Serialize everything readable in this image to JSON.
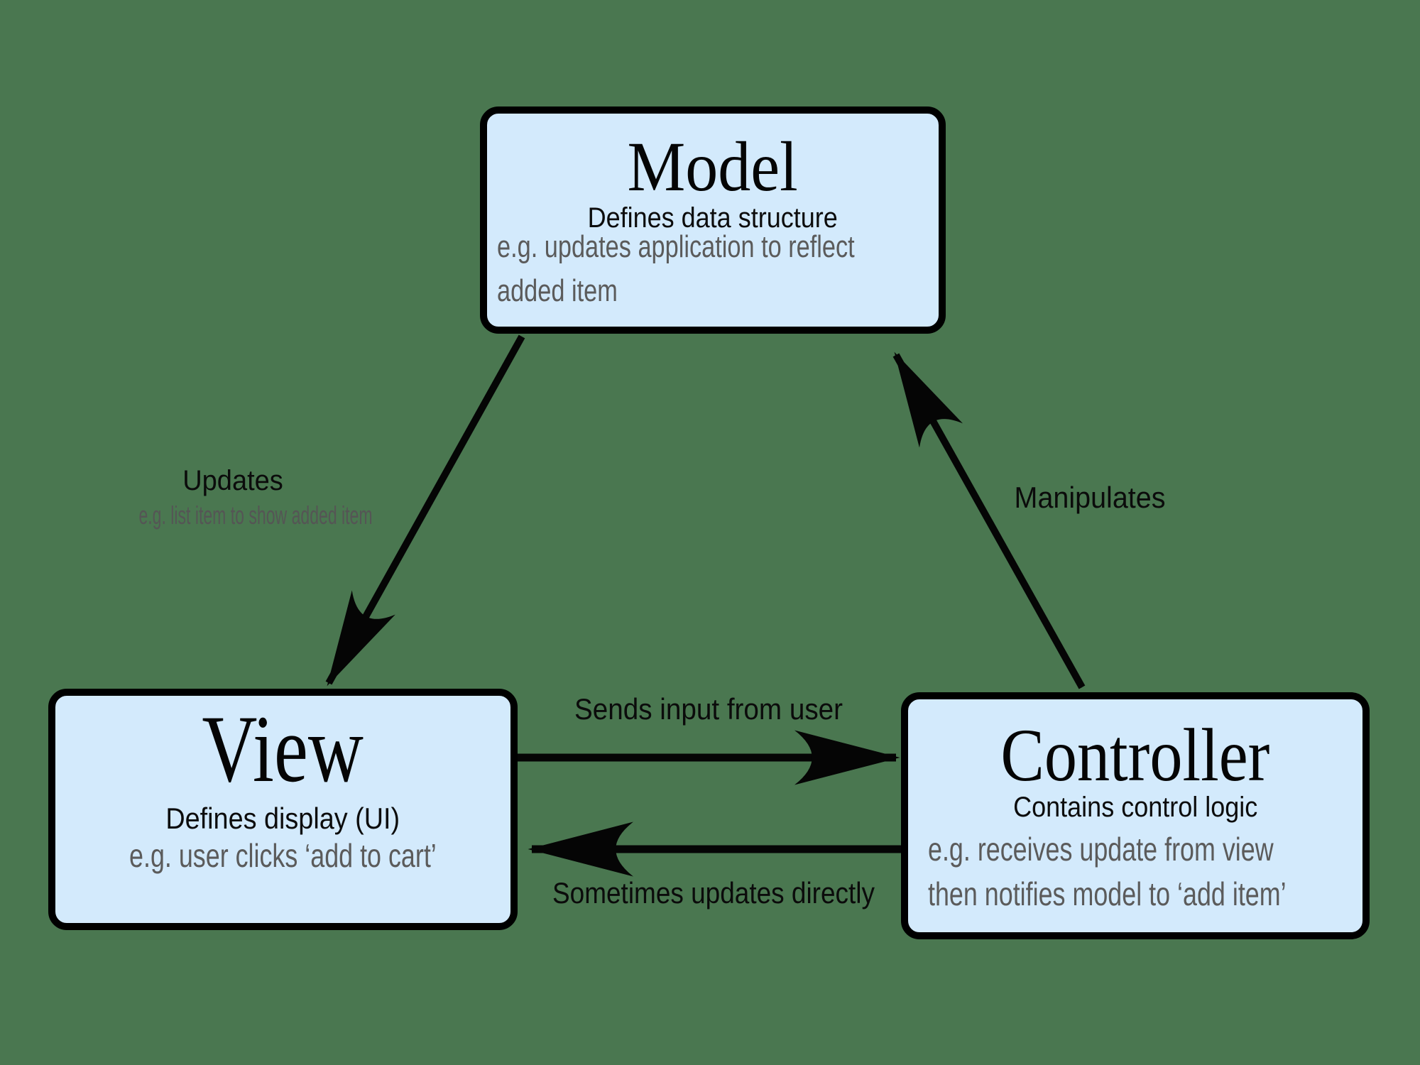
{
  "colors": {
    "background": "#4a7750",
    "box_fill": "#d3eafc",
    "box_border": "#000000",
    "arrow": "#050505",
    "muted_text": "#5b5b5b",
    "muted_label": "#555555",
    "ink": "#0a0a0a"
  },
  "nodes": {
    "model": {
      "title": "Model",
      "subtitle": "Defines data structure",
      "example": "e.g. updates application to reflect\nadded item"
    },
    "view": {
      "title": "View",
      "subtitle": "Defines display (UI)",
      "example": "e.g. user clicks ‘add to cart’"
    },
    "controller": {
      "title": "Controller",
      "subtitle": "Contains control logic",
      "example": "e.g. receives update from view\nthen notifies model to ‘add item’"
    }
  },
  "edges": {
    "model_to_view": {
      "label": "Updates",
      "sublabel": "e.g. list item to show added item"
    },
    "controller_to_model": {
      "label": "Manipulates"
    },
    "view_to_controller": {
      "label": "Sends input from user"
    },
    "controller_to_view": {
      "label": "Sometimes updates directly"
    }
  }
}
